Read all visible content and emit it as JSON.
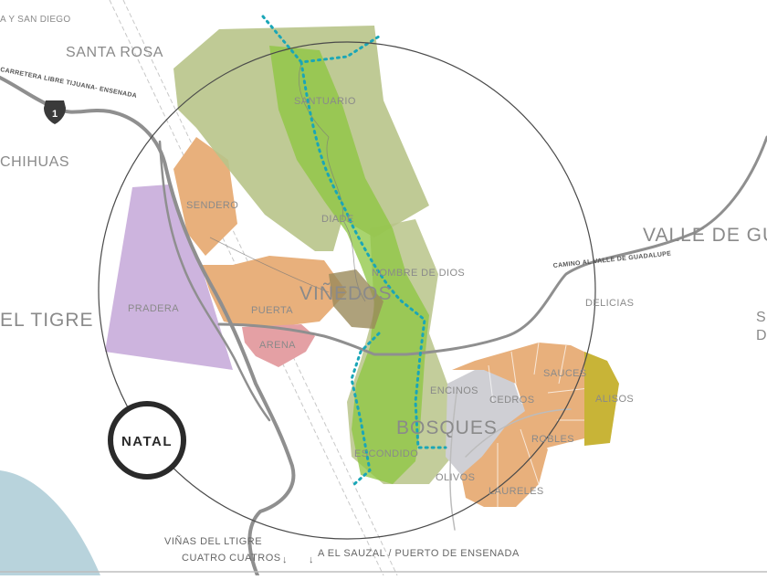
{
  "map": {
    "regions": {
      "town_top_left": "A Y SAN DIEGO",
      "santa_rosa": "SANTA ROSA",
      "chihuahas": "CHIHUAS",
      "el_tigre": "EL TIGRE",
      "valle": "VALLE DE GU",
      "right_edge_1": "S",
      "right_edge_2": "D"
    },
    "roads": {
      "carretera": "CARRETERA LIBRE TIJUANA- ENSENADA",
      "camino": "CAMINO AL VALLE DE GUADALUPE",
      "highway_number": "1"
    },
    "zones": {
      "santuario": "SANTUARIO",
      "sendero": "SENDERO",
      "diade": "DIADE",
      "nombre_de_dios": "NOMBRE DE DIOS",
      "vinedos": "VIÑEDOS",
      "pradera": "PRADERA",
      "puerta": "PUERTA",
      "arena": "ARENA",
      "delicias": "DELICIAS",
      "sauces": "SAUCES",
      "encinos": "ENCINOS",
      "cedros": "CEDROS",
      "alisos": "ALISOS",
      "bosques": "BOSQUES",
      "robles": "ROBLES",
      "escondido": "ESCONDIDO",
      "olivos": "OLIVOS",
      "laureles": "LAURELES"
    },
    "logo": "NATAL",
    "bottom": {
      "vinas": "VIÑAS DEL LTIGRE",
      "cuatro": "CUATRO CUATROS",
      "sauzal": "A EL SAUZAL / PUERTO DE ENSENADA",
      "arrow": "↓"
    },
    "colors": {
      "olive": "#b8c48a",
      "green": "#8cc63f",
      "orange": "#e8b07c",
      "lavender": "#cdb4de",
      "pink": "#e4a0a4",
      "mustard": "#c8b437",
      "road": "#8f8f8f",
      "sea": "#b8d3dc",
      "trail": "#1aa6b7"
    }
  }
}
